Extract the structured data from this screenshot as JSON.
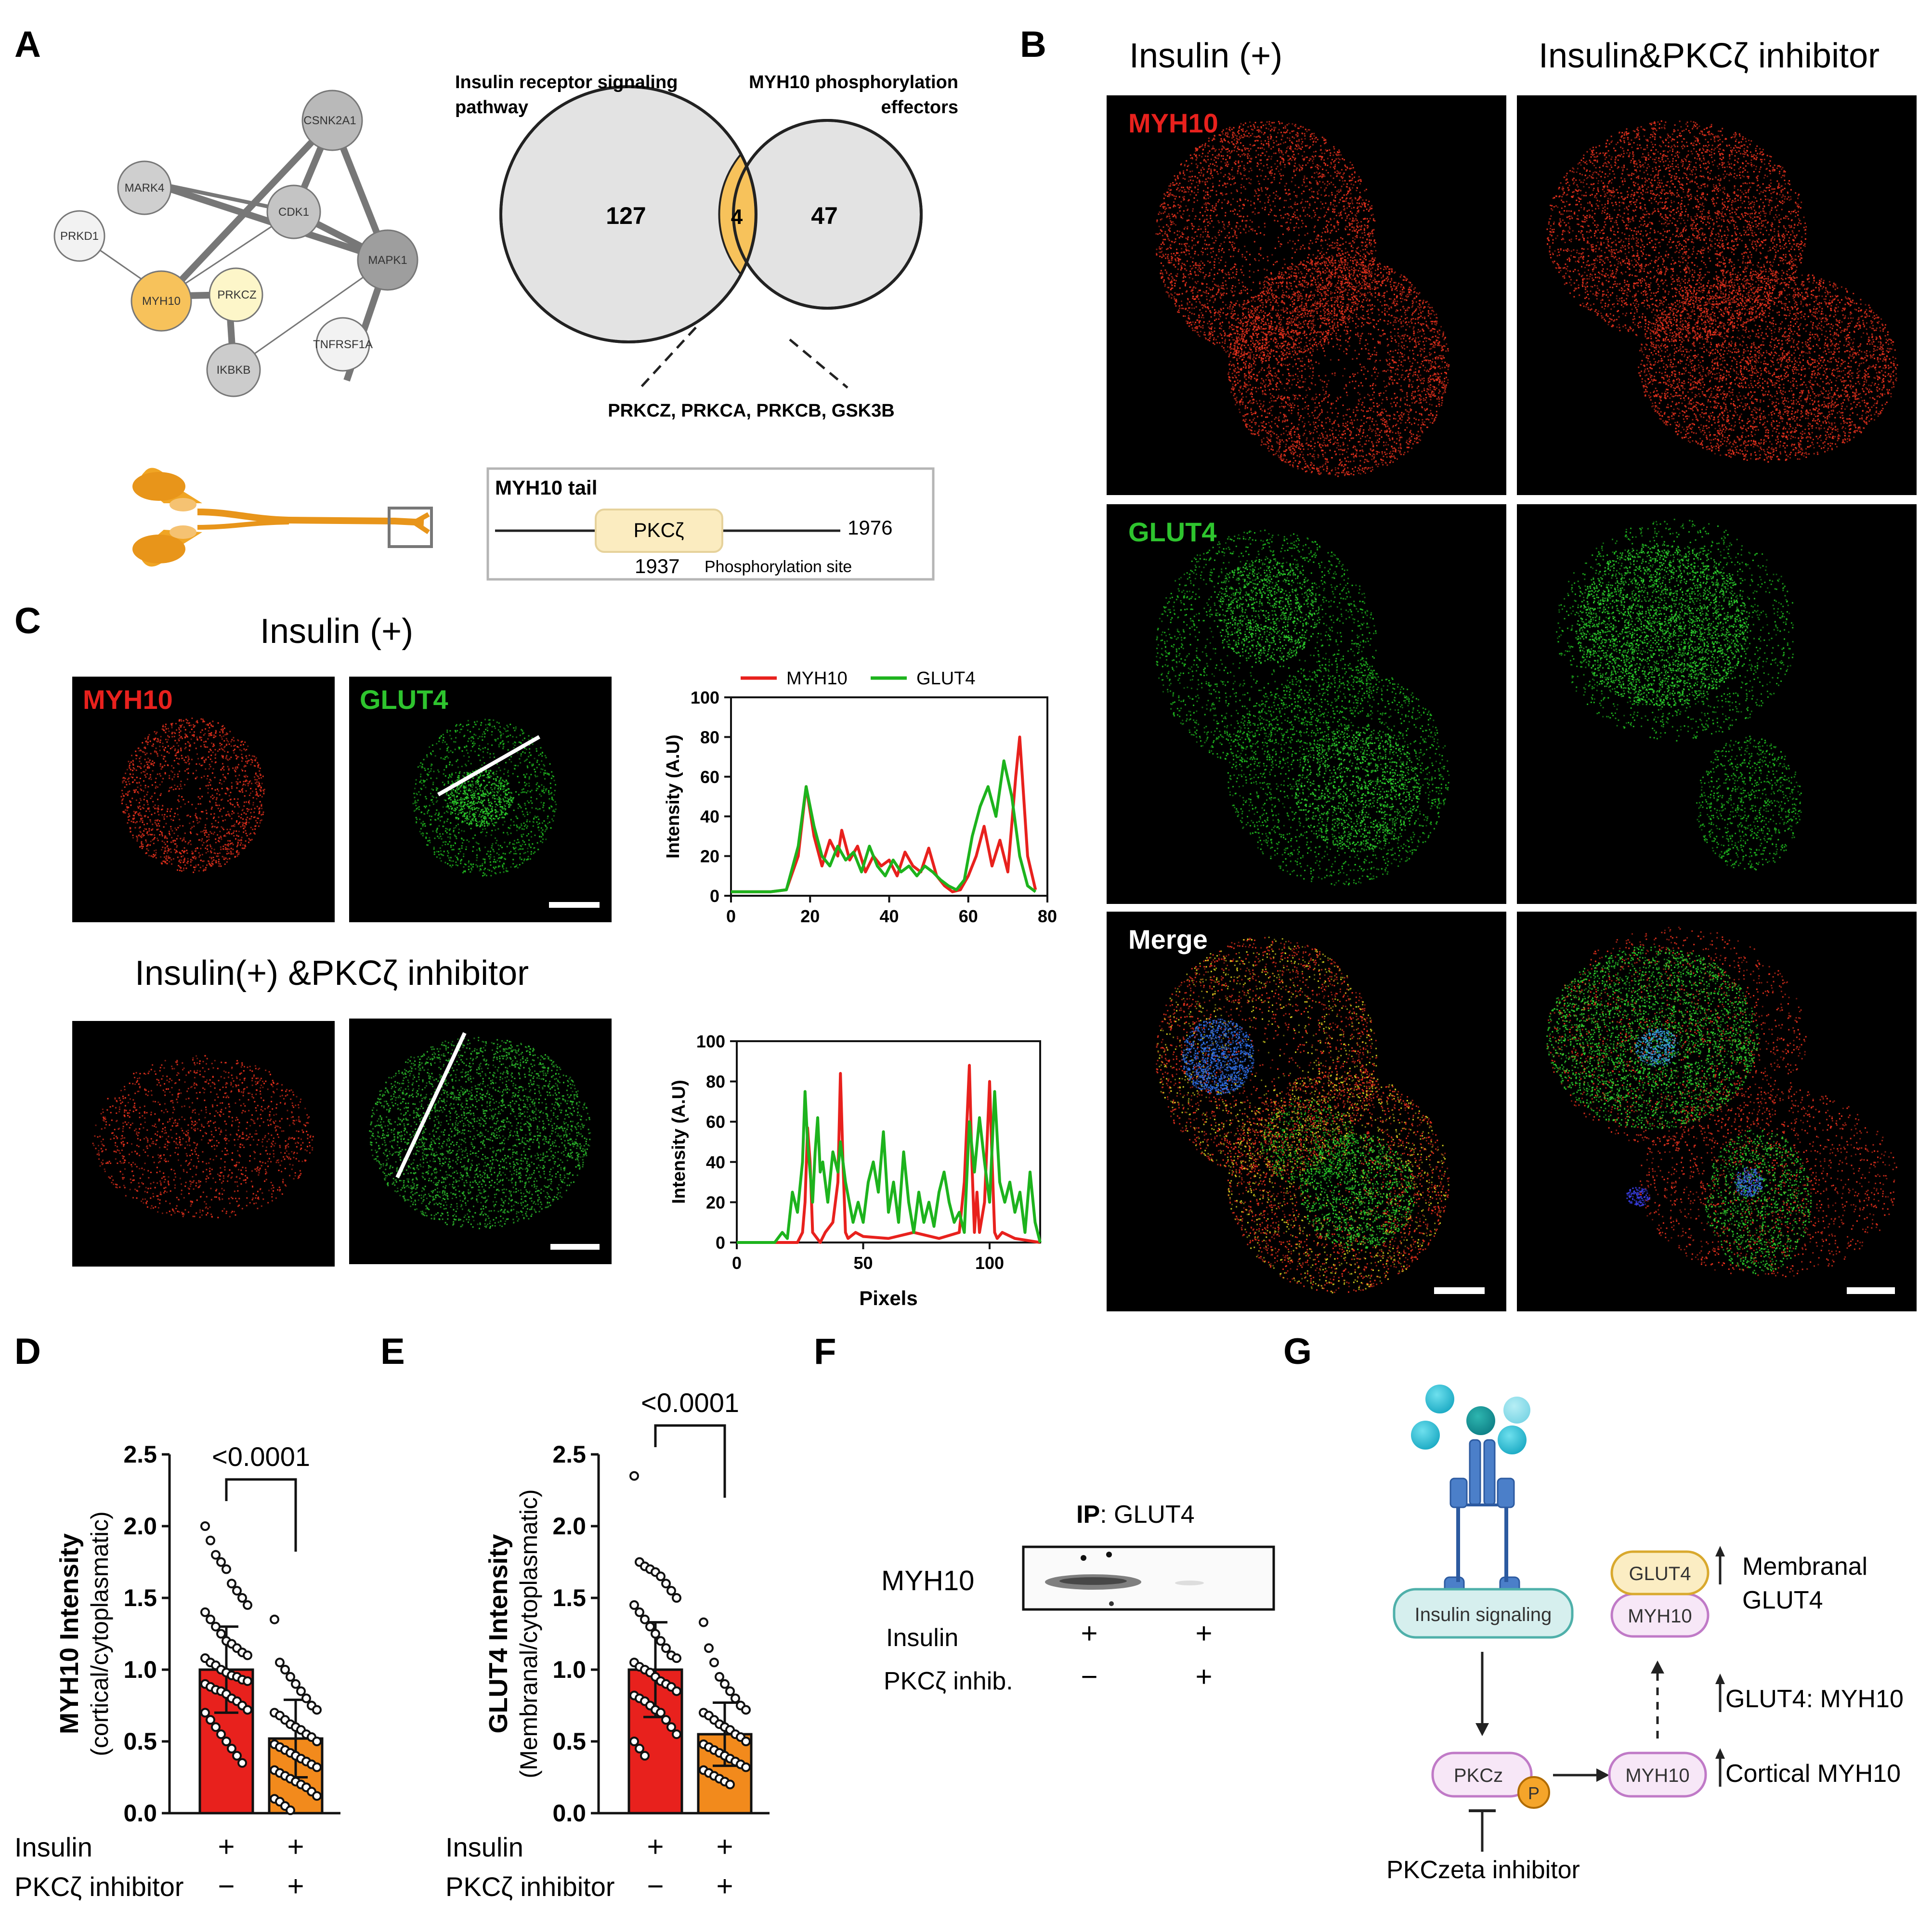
{
  "panels": [
    "A",
    "B",
    "C",
    "D",
    "E",
    "F",
    "G"
  ],
  "panelA": {
    "network": {
      "nodes": [
        {
          "id": "CSNK2A1",
          "label": "CSNK2A1",
          "color": "#b9b9b9"
        },
        {
          "id": "MARK4",
          "label": "MARK4",
          "color": "#cfcfcf"
        },
        {
          "id": "CDK1",
          "label": "CDK1",
          "color": "#c4c4c4"
        },
        {
          "id": "PRKD1",
          "label": "PRKD1",
          "color": "#f2f2f2"
        },
        {
          "id": "MAPK1",
          "label": "MAPK1",
          "color": "#9e9e9e"
        },
        {
          "id": "MYH10",
          "label": "MYH10",
          "color": "#f7c25b"
        },
        {
          "id": "PRKCZ",
          "label": "PRKCZ",
          "color": "#fdf6c9"
        },
        {
          "id": "TNFRSF1A",
          "label": "TNFRSF1A",
          "color": "#f2f2f2"
        },
        {
          "id": "IKBKB",
          "label": "IKBKB",
          "color": "#cccccc"
        }
      ]
    },
    "venn": {
      "left_title": "Insulin receptor signaling pathway",
      "left_title_line1": "Insulin receptor signaling",
      "left_title_line2": "pathway",
      "right_title_line1": "MYH10 phosphorylation",
      "right_title_line2": "effectors",
      "left_count": "127",
      "overlap_count": "4",
      "right_count": "47",
      "overlap_genes": "PRKCZ, PRKCA, PRKCB, GSK3B"
    },
    "tail": {
      "title": "MYH10 tail",
      "domain": "PKCζ",
      "end_residue": "1976",
      "site_residue": "1937",
      "site_label": "Phosphorylation site"
    }
  },
  "panelB": {
    "col1": "Insulin (+)",
    "col2": "Insulin&PKCζ inhibitor",
    "rows": [
      "MYH10",
      "GLUT4",
      "Merge"
    ]
  },
  "panelC": {
    "top_title": "Insulin (+)",
    "bottom_title": "Insulin(+) &PKCζ inhibitor",
    "label_myh10": "MYH10",
    "label_glut4": "GLUT4",
    "chart_data": [
      {
        "type": "line",
        "legend": [
          "MYH10",
          "GLUT4"
        ],
        "xlim": [
          0,
          80
        ],
        "ylim": [
          0,
          100
        ],
        "xticks": [
          "0",
          "20",
          "40",
          "60",
          "80"
        ],
        "yticks": [
          "0",
          "20",
          "40",
          "60",
          "80",
          "100"
        ],
        "xlabel": "",
        "ylabel": "Intensity (A.U)",
        "series": [
          {
            "name": "MYH10",
            "color": "#e8211d",
            "x": [
              0,
              10,
              14,
              17,
              19,
              21,
              23,
              25,
              27,
              28,
              30,
              32,
              34,
              36,
              38,
              40,
              42,
              44,
              46,
              48,
              50,
              52,
              54,
              56,
              58,
              60,
              62,
              64,
              66,
              68,
              70,
              72,
              73,
              75,
              77
            ],
            "y": [
              2,
              2,
              3,
              20,
              55,
              30,
              15,
              28,
              20,
              33,
              18,
              25,
              12,
              20,
              15,
              18,
              10,
              22,
              15,
              12,
              24,
              10,
              5,
              2,
              3,
              10,
              20,
              35,
              15,
              28,
              12,
              60,
              80,
              20,
              3
            ]
          },
          {
            "name": "GLUT4",
            "color": "#1db31d",
            "x": [
              0,
              10,
              14,
              17,
              19,
              21,
              23,
              25,
              27,
              29,
              31,
              33,
              35,
              37,
              39,
              41,
              43,
              45,
              47,
              49,
              51,
              53,
              55,
              57,
              59,
              61,
              63,
              65,
              67,
              69,
              71,
              73,
              75,
              77
            ],
            "y": [
              2,
              2,
              3,
              25,
              55,
              35,
              20,
              15,
              25,
              18,
              22,
              12,
              25,
              15,
              10,
              18,
              12,
              15,
              10,
              15,
              12,
              8,
              5,
              3,
              8,
              30,
              45,
              55,
              40,
              68,
              50,
              20,
              5,
              2
            ]
          }
        ]
      },
      {
        "type": "line",
        "xlim": [
          0,
          120
        ],
        "ylim": [
          0,
          100
        ],
        "xticks": [
          "0",
          "50",
          "100"
        ],
        "yticks": [
          "0",
          "20",
          "40",
          "60",
          "80",
          "100"
        ],
        "xlabel": "Pixels",
        "ylabel": "Intensity (A.U)",
        "series": [
          {
            "name": "MYH10",
            "color": "#e8211d",
            "x": [
              0,
              24,
              26,
              27,
              28,
              29,
              30,
              33,
              35,
              38,
              40,
              41,
              42,
              43,
              44,
              47,
              50,
              60,
              70,
              80,
              88,
              90,
              92,
              93,
              94,
              95,
              96,
              98,
              100,
              101,
              102,
              103,
              105,
              110,
              120
            ],
            "y": [
              0,
              0,
              5,
              20,
              57,
              40,
              5,
              0,
              5,
              10,
              30,
              84,
              40,
              5,
              2,
              5,
              3,
              2,
              5,
              2,
              5,
              30,
              88,
              40,
              5,
              25,
              5,
              20,
              80,
              40,
              5,
              2,
              5,
              2,
              0
            ]
          },
          {
            "name": "GLUT4",
            "color": "#1db31d",
            "x": [
              0,
              15,
              18,
              20,
              22,
              24,
              26,
              27,
              28,
              30,
              31,
              32,
              33,
              34,
              36,
              38,
              40,
              41,
              43,
              46,
              48,
              50,
              52,
              54,
              56,
              58,
              60,
              62,
              64,
              66,
              68,
              70,
              72,
              74,
              76,
              78,
              80,
              82,
              84,
              86,
              88,
              90,
              92,
              94,
              96,
              98,
              100,
              102,
              104,
              106,
              108,
              110,
              112,
              114,
              116,
              118,
              120
            ],
            "y": [
              0,
              0,
              5,
              2,
              25,
              15,
              40,
              75,
              50,
              20,
              45,
              62,
              35,
              40,
              20,
              45,
              35,
              50,
              30,
              10,
              20,
              10,
              30,
              40,
              25,
              55,
              15,
              30,
              10,
              45,
              20,
              5,
              25,
              10,
              20,
              8,
              25,
              35,
              20,
              10,
              15,
              5,
              60,
              35,
              62,
              40,
              20,
              75,
              30,
              20,
              30,
              15,
              25,
              5,
              35,
              10,
              0
            ]
          }
        ]
      }
    ]
  },
  "panelD": {
    "chart_data": {
      "type": "bar",
      "categories": [
        "Insulin + / PKCζ inhibitor −",
        "Insulin + / PKCζ inhibitor +"
      ],
      "values": [
        1.0,
        0.52
      ],
      "errors": [
        0.3,
        0.27
      ],
      "colors": [
        "#e8211d",
        "#f28a1c"
      ],
      "ylim": [
        0,
        2.5
      ],
      "yticks": [
        "0.0",
        "0.5",
        "1.0",
        "1.5",
        "2.0",
        "2.5"
      ],
      "ylabel_line1": "MYH10 Intensity",
      "ylabel_line2": "(cortical/cytoplasmatic)",
      "pvalue": "<0.0001",
      "points": [
        [
          2.0,
          1.9,
          1.8,
          1.75,
          1.7,
          1.6,
          1.55,
          1.5,
          1.45,
          1.4,
          1.35,
          1.3,
          1.25,
          1.2,
          1.18,
          1.15,
          1.12,
          1.1,
          1.08,
          1.05,
          1.03,
          1.0,
          0.98,
          0.96,
          0.95,
          0.93,
          0.92,
          0.9,
          0.88,
          0.86,
          0.85,
          0.83,
          0.8,
          0.78,
          0.75,
          0.72,
          0.7,
          0.65,
          0.6,
          0.55,
          0.5,
          0.45,
          0.4,
          0.35
        ],
        [
          1.35,
          1.05,
          1.0,
          0.95,
          0.9,
          0.85,
          0.8,
          0.75,
          0.72,
          0.7,
          0.68,
          0.65,
          0.62,
          0.6,
          0.58,
          0.55,
          0.53,
          0.5,
          0.48,
          0.46,
          0.44,
          0.42,
          0.4,
          0.38,
          0.36,
          0.34,
          0.32,
          0.3,
          0.28,
          0.26,
          0.24,
          0.22,
          0.2,
          0.18,
          0.15,
          0.12,
          0.1,
          0.08,
          0.05,
          0.02
        ]
      ]
    },
    "row1_label": "Insulin",
    "row2_label": "PKCζ inhibitor",
    "row1_values": [
      "+",
      "+"
    ],
    "row2_values": [
      "−",
      "+"
    ]
  },
  "panelE": {
    "chart_data": {
      "type": "bar",
      "categories": [
        "Insulin + / PKCζ inhibitor −",
        "Insulin + / PKCζ inhibitor +"
      ],
      "values": [
        1.0,
        0.55
      ],
      "errors": [
        0.33,
        0.22
      ],
      "colors": [
        "#e8211d",
        "#f28a1c"
      ],
      "ylim": [
        0,
        2.5
      ],
      "yticks": [
        "0.0",
        "0.5",
        "1.0",
        "1.5",
        "2.0",
        "2.5"
      ],
      "ylabel_line1": "GLUT4 Intensity",
      "ylabel_line2": "(Membranal/cytoplasmatic)",
      "pvalue": "<0.0001",
      "points": [
        [
          2.35,
          1.75,
          1.72,
          1.7,
          1.68,
          1.65,
          1.6,
          1.55,
          1.5,
          1.45,
          1.4,
          1.35,
          1.3,
          1.25,
          1.2,
          1.15,
          1.1,
          1.08,
          1.05,
          1.02,
          1.0,
          0.98,
          0.95,
          0.92,
          0.9,
          0.88,
          0.85,
          0.82,
          0.8,
          0.78,
          0.75,
          0.72,
          0.7,
          0.65,
          0.6,
          0.55,
          0.5,
          0.45,
          0.4
        ],
        [
          1.33,
          1.15,
          1.05,
          0.95,
          0.9,
          0.85,
          0.8,
          0.75,
          0.72,
          0.7,
          0.68,
          0.65,
          0.62,
          0.6,
          0.58,
          0.55,
          0.53,
          0.5,
          0.48,
          0.46,
          0.44,
          0.42,
          0.4,
          0.38,
          0.36,
          0.34,
          0.32,
          0.3,
          0.28,
          0.26,
          0.24,
          0.22,
          0.2
        ]
      ]
    },
    "row1_label": "Insulin",
    "row2_label": "PKCζ inhibitor",
    "row1_values": [
      "+",
      "+"
    ],
    "row2_values": [
      "−",
      "+"
    ]
  },
  "panelF": {
    "ip_bold": "IP",
    "ip_rest": ": GLUT4",
    "band_label": "MYH10",
    "row1_label": "Insulin",
    "row2_label": "PKCζ  inhib.",
    "row1_values": [
      "+",
      "+"
    ],
    "row2_values": [
      "−",
      "+"
    ]
  },
  "panelG": {
    "insulin_signaling": "Insulin signaling",
    "pkcz": "PKCz",
    "p": "P",
    "glut4": "GLUT4",
    "myh10": "MYH10",
    "myh10_lower": "MYH10",
    "inhibitor": "PKCzeta inhibitor",
    "membranal_line1": "Membranal",
    "membranal_line2": "GLUT4",
    "glut4_myh10": "GLUT4: MYH10",
    "cortical": "Cortical MYH10"
  }
}
